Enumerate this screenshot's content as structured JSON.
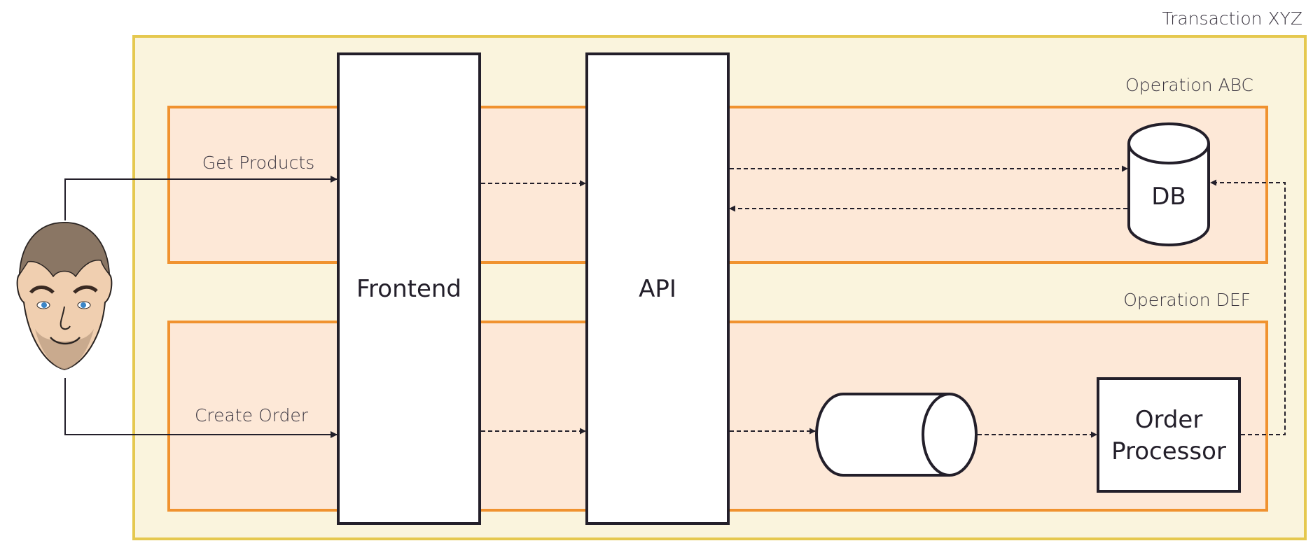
{
  "diagram": {
    "transaction": {
      "label": "Transaction XYZ",
      "border_color": "#e5c84f",
      "fill_color": "#faf4dd"
    },
    "operations": [
      {
        "id": "op-abc",
        "label": "Operation ABC",
        "border_color": "#f0922f",
        "fill_color": "#fde8d7"
      },
      {
        "id": "op-def",
        "label": "Operation DEF",
        "border_color": "#f0922f",
        "fill_color": "#fde8d7"
      }
    ],
    "actor": {
      "name": "user",
      "icon": "user-avatar-cartoon-face"
    },
    "components": {
      "frontend": {
        "label": "Frontend"
      },
      "api": {
        "label": "API"
      },
      "db": {
        "label": "DB",
        "shape": "database-cylinder"
      },
      "queue": {
        "label": "",
        "shape": "queue-cylinder"
      },
      "order_processor": {
        "label_line1": "Order",
        "label_line2": "Processor"
      }
    },
    "flows": [
      {
        "from": "user",
        "to": "frontend",
        "label": "Get Products",
        "style": "solid"
      },
      {
        "from": "frontend",
        "to": "api",
        "label": "",
        "style": "dashed"
      },
      {
        "from": "api",
        "to": "db",
        "label": "",
        "style": "dashed"
      },
      {
        "from": "db",
        "to": "api",
        "label": "",
        "style": "dashed"
      },
      {
        "from": "user",
        "to": "frontend",
        "label": "Create Order",
        "style": "solid"
      },
      {
        "from": "frontend",
        "to": "api",
        "label": "",
        "style": "dashed"
      },
      {
        "from": "api",
        "to": "queue",
        "label": "",
        "style": "dashed"
      },
      {
        "from": "queue",
        "to": "order_processor",
        "label": "",
        "style": "dashed"
      },
      {
        "from": "order_processor",
        "to": "db",
        "label": "",
        "style": "dashed"
      }
    ],
    "line_color": "#231f2a"
  }
}
